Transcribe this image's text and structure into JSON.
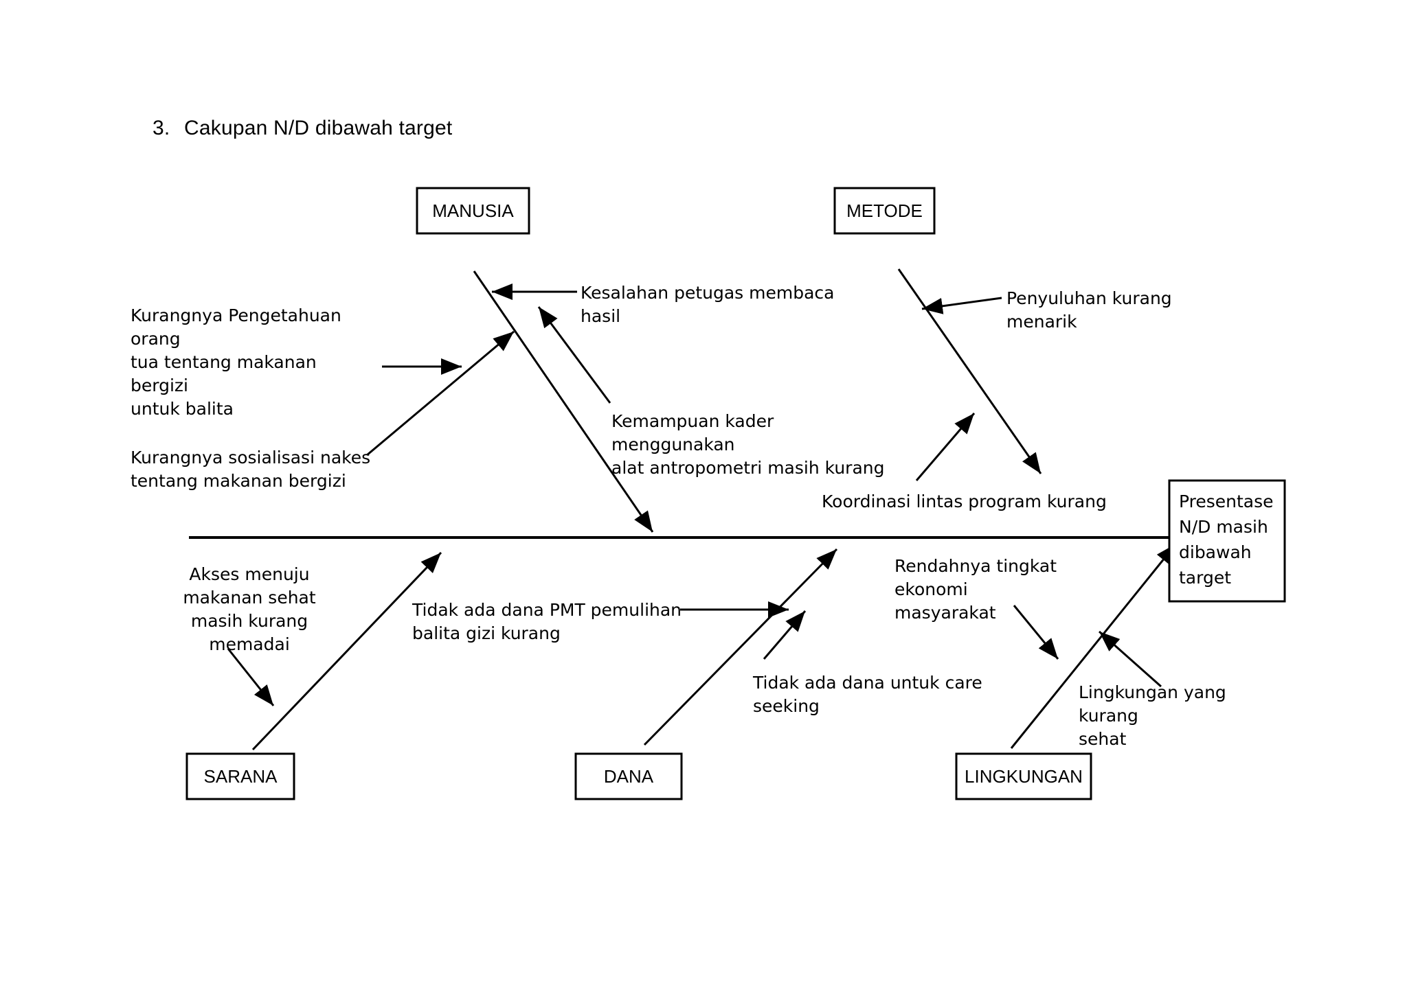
{
  "document": {
    "title_number": "3.",
    "title_text": "Cakupan N/D dibawah target",
    "diagram_type": "fishbone (Ishikawa) cause-and-effect diagram",
    "line_color": "#000000",
    "background_color": "#ffffff"
  },
  "effect": {
    "label": "Presentase\nN/D masih\ndibawah\ntarget"
  },
  "categories": {
    "manusia": "MANUSIA",
    "metode": "METODE",
    "sarana": "SARANA",
    "dana": "DANA",
    "lingkungan": "LINGKUNGAN"
  },
  "causes": {
    "manusia": [
      "Kurangnya Pengetahuan orang\ntua tentang makanan bergizi\nuntuk balita",
      "Kurangnya sosialisasi  nakes\ntentang makanan bergizi",
      "Kesalahan petugas membaca hasil",
      "Kemampuan kader menggunakan\nalat antropometri masih kurang"
    ],
    "metode": [
      "Penyuluhan kurang menarik",
      "Koordinasi lintas program kurang"
    ],
    "sarana": [
      "Akses menuju\nmakanan sehat\nmasih kurang\nmemadai"
    ],
    "dana": [
      "Tidak ada dana PMT pemulihan\nbalita gizi kurang",
      "Tidak ada dana untuk care\nseeking"
    ],
    "lingkungan": [
      "Rendahnya tingkat ekonomi\nmasyarakat",
      "Lingkungan yang kurang\nsehat"
    ]
  }
}
